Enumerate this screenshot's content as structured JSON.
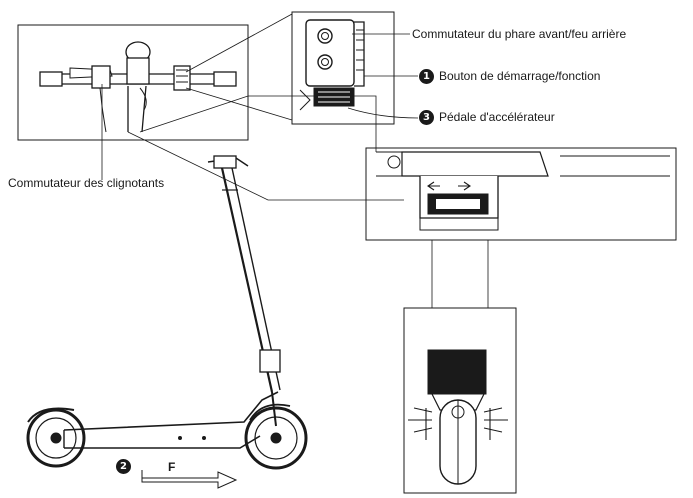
{
  "labels": {
    "headlight_switch": "Commutateur du phare avant/feu arrière",
    "start_button": "Bouton de démarrage/fonction",
    "accelerator": "Pédale d'accélérateur",
    "turn_signal": "Commutateur des clignotants",
    "forward": "F"
  },
  "badges": {
    "start_button": "1",
    "forward": "2",
    "accelerator": "3"
  }
}
